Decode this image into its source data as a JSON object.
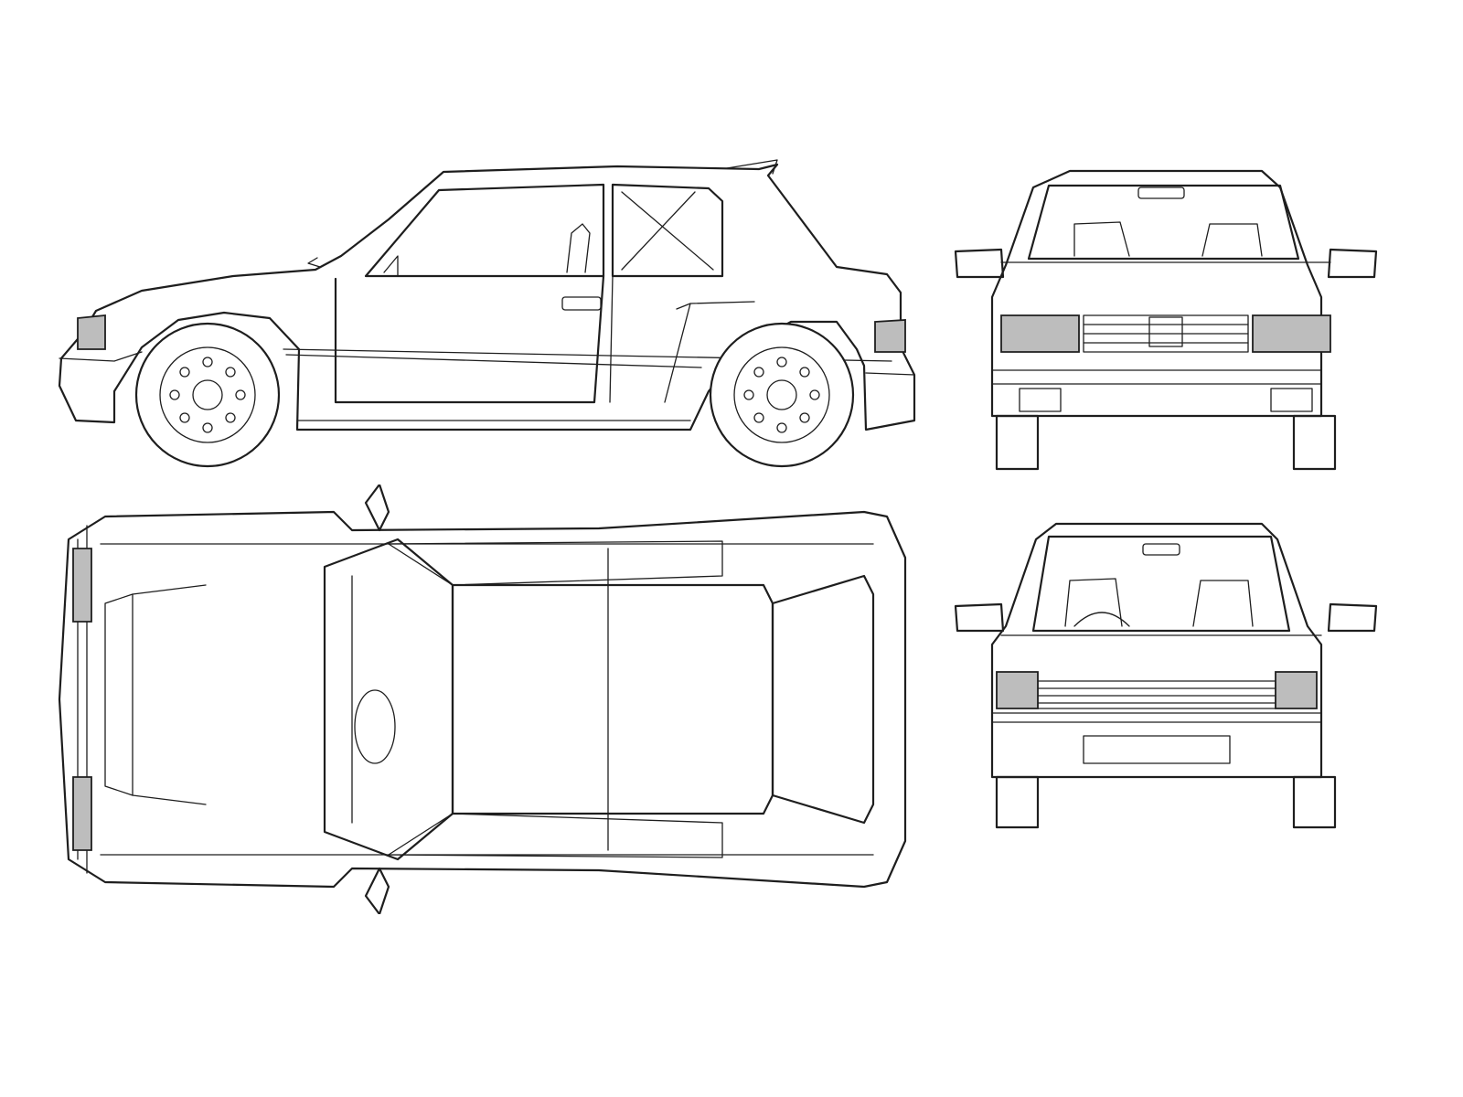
{
  "drawing": {
    "views": [
      {
        "id": "side",
        "name": "side-view"
      },
      {
        "id": "front",
        "name": "front-view"
      },
      {
        "id": "top",
        "name": "top-view"
      },
      {
        "id": "rear",
        "name": "rear-view"
      }
    ],
    "colors": {
      "ink": "#1e1e1e",
      "paper": "#ffffff",
      "lamp_shade": "#bdbdbd"
    }
  }
}
